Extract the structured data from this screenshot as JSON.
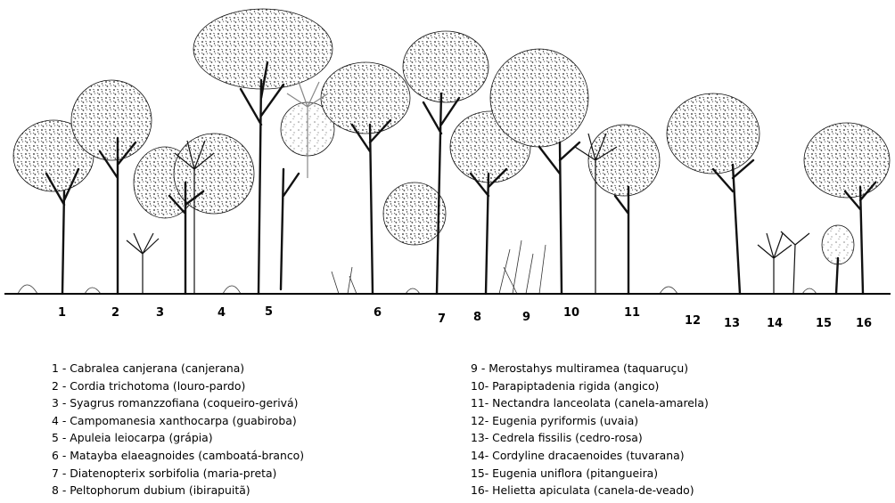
{
  "figure": {
    "numbers": [
      "1",
      "2",
      "3",
      "4",
      "5",
      "6",
      "7",
      "8",
      "9",
      "10",
      "11",
      "12",
      "13",
      "14",
      "15",
      "16"
    ],
    "legend_left": [
      "1 - Cabralea canjerana (canjerana)",
      "2 - Cordia trichotoma (louro-pardo)",
      "3 - Syagrus romanzzofiana (coqueiro-gerivá)",
      "4 - Campomanesia xanthocarpa (guabiroba)",
      "5 - Apuleia leiocarpa (grápia)",
      "6 - Matayba elaeagnoides (camboatá-branco)",
      "7 - Diatenopterix sorbifolia (maria-preta)",
      "8 - Peltophorum dubium (ibirapuitã)"
    ],
    "legend_right": [
      "9 - Merostahys multiramea (taquaruçu)",
      "10- Parapiptadenia rigida (angico)",
      "11- Nectandra lanceolata (canela-amarela)",
      "12- Eugenia pyriformis (uvaia)",
      "13- Cedrela fissilis (cedro-rosa)",
      "14- Cordyline dracaenoides (tuvarana)",
      "15- Eugenia uniflora (pitangueira)",
      "16- Helietta apiculata (canela-de-veado)"
    ]
  }
}
